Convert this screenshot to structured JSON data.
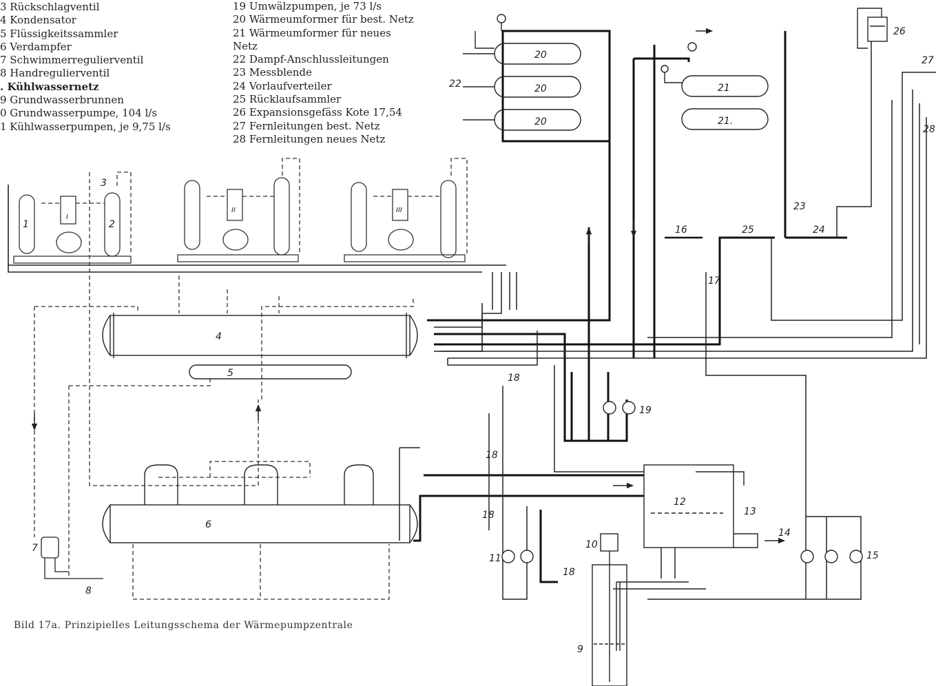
{
  "legend_left": [
    "3 Rückschlagventil",
    "4 Kondensator",
    "5 Flüssigkeitssammler",
    "6 Verdampfer",
    "7 Schwimmerregulierventil",
    "8 Handregulierventil",
    "",
    "9 Grundwasserbrunnen",
    "0 Grundwasserpumpe,   104 l/s",
    "1 Kühlwasserpumpen,  je  9,75 l/s"
  ],
  "legend_section": ". Kühlwassernetz",
  "legend_right": [
    "19 Umwälzpumpen,  je  73 l/s",
    "20 Wärmeumformer für best. Netz",
    "21 Wärmeumformer  für   neues",
    "     Netz",
    "22 Dampf-Anschlussleitungen",
    "23 Messblende",
    "24 Vorlaufverteiler",
    "25 Rücklaufsammler",
    "26 Expansionsgefäss  Kote  17,54",
    "27 Fernleitungen  best.  Netz",
    "28 Fernleitungen  neues  Netz"
  ],
  "caption": "Bild 17a.  Prinzipielles  Leitungsschema  der  Wärmepumpzentrale",
  "labels": {
    "l1": "1",
    "l2": "2",
    "l3": "3",
    "l4": "4",
    "l5": "5",
    "l6": "6",
    "l7": "7",
    "l8": "8",
    "l9": "9",
    "l10": "10",
    "l11": "11",
    "l12": "12",
    "l13": "13",
    "l14": "14",
    "l15": "15",
    "l16": "16",
    "l17": "17",
    "l18a": "18",
    "l18b": "18",
    "l18c": "18",
    "l18d": "18",
    "l19": "19",
    "l20a": "20",
    "l20b": "20",
    "l20c": "20",
    "l21a": "21",
    "l21b": "21.",
    "l22": "22",
    "l23": "23",
    "l24": "24",
    "l25": "25",
    "l26": "26",
    "l27": "27",
    "l28": "28",
    "compI": "I",
    "compII": "II",
    "compIII": "III"
  }
}
